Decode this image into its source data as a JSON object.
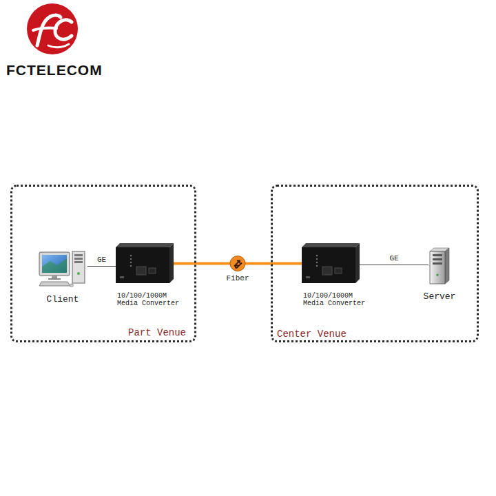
{
  "diagram": {
    "nodes": [
      {
        "text": [
          "Part Venue"
        ]
      },
      {
        "text": [
          "Client"
        ],
        "in": 0
      },
      {
        "text": [
          "10/100/1000M Media Converter"
        ],
        "in": 0
      },
      {
        "text": [
          "Center Venue"
        ]
      },
      {
        "text": [
          "10/100/1000M Media Converter"
        ],
        "in": 3
      },
      {
        "text": [
          "Server"
        ],
        "in": 3
      }
    ],
    "edges": [
      {
        "from": 1,
        "to": 2,
        "label": "GE",
        "arrow": "none"
      },
      {
        "from": 2,
        "to": 4,
        "label": "Fiber",
        "arrow": "none"
      },
      {
        "from": 4,
        "to": 5,
        "label": "GE",
        "arrow": "none"
      }
    ],
    "labels": [
      "FCTELECOM"
    ]
  }
}
